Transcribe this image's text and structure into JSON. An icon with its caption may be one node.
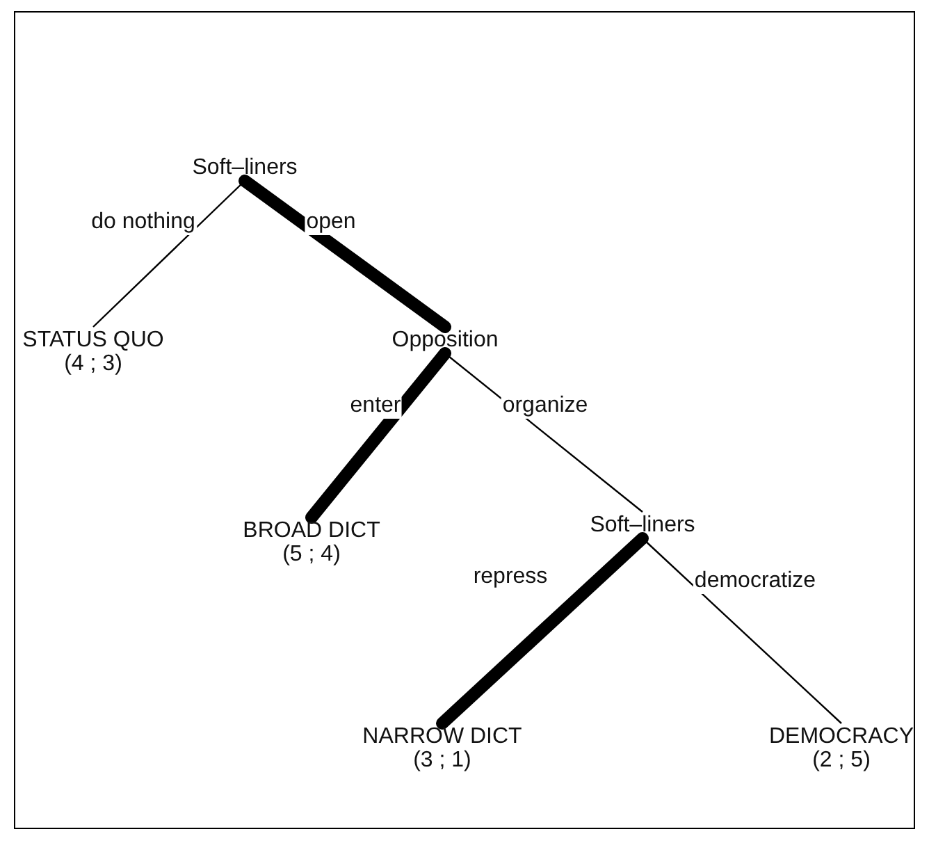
{
  "diagram": {
    "nodes": [
      {
        "text": [
          "Soft–liners"
        ]
      },
      {
        "text": [
          "STATUS QUO",
          "(4 ; 3)"
        ]
      },
      {
        "text": [
          "Opposition"
        ]
      },
      {
        "text": [
          "BROAD DICT",
          "(5 ; 4)"
        ]
      },
      {
        "text": [
          "Soft–liners"
        ]
      },
      {
        "text": [
          "NARROW DICT",
          "(3 ; 1)"
        ]
      },
      {
        "text": [
          "DEMOCRACY",
          "(2 ; 5)"
        ]
      }
    ],
    "edges": [
      {
        "from": 0,
        "to": 1,
        "arrow": "none",
        "label": "do nothing"
      },
      {
        "from": 0,
        "to": 2,
        "arrow": "none",
        "label": "open",
        "style": "thick"
      },
      {
        "from": 2,
        "to": 3,
        "arrow": "none",
        "label": "enter",
        "style": "thick"
      },
      {
        "from": 2,
        "to": 4,
        "arrow": "none",
        "label": "organize"
      },
      {
        "from": 4,
        "to": 5,
        "arrow": "none",
        "label": "repress",
        "style": "thick"
      },
      {
        "from": 4,
        "to": 6,
        "arrow": "none",
        "label": "democratize"
      }
    ]
  }
}
